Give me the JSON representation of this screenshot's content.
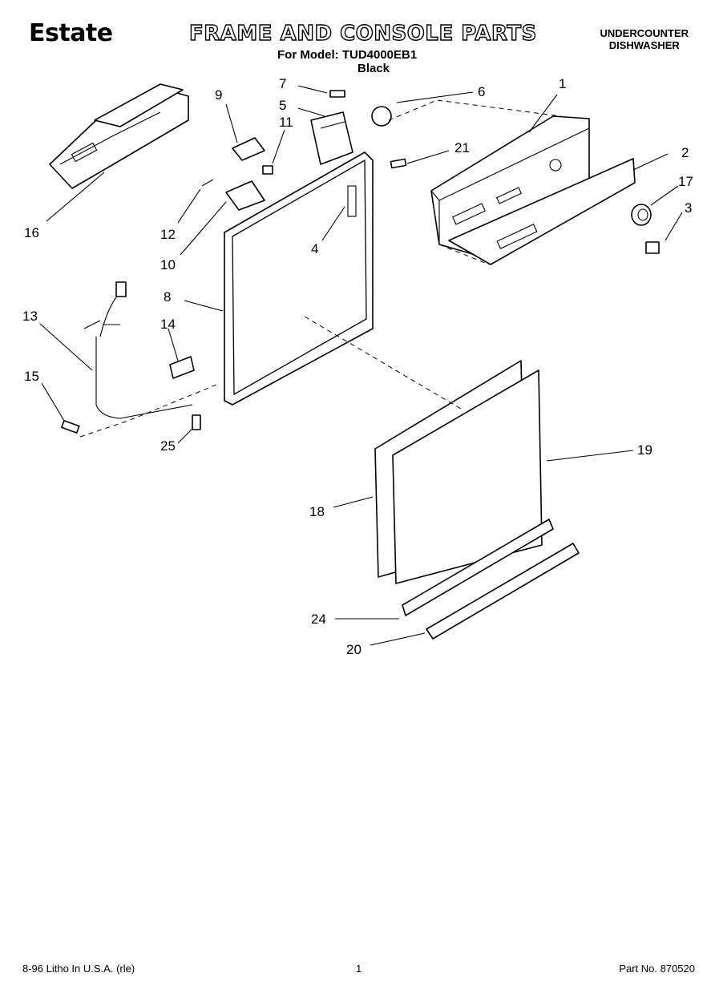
{
  "header": {
    "brand": "Estate",
    "title": "FRAME AND CONSOLE PARTS",
    "model_line": "For Model: TUD4000EB1",
    "color_line": "Black",
    "appliance_line1": "UNDERCOUNTER",
    "appliance_line2": "DISHWASHER"
  },
  "callouts": [
    "1",
    "2",
    "3",
    "4",
    "5",
    "6",
    "7",
    "8",
    "9",
    "10",
    "11",
    "12",
    "13",
    "14",
    "15",
    "16",
    "17",
    "18",
    "19",
    "20",
    "21",
    "24",
    "25"
  ],
  "footer": {
    "left": "8-96 Litho In U.S.A. (rle)",
    "center": "1",
    "right": "Part No. 870520"
  }
}
